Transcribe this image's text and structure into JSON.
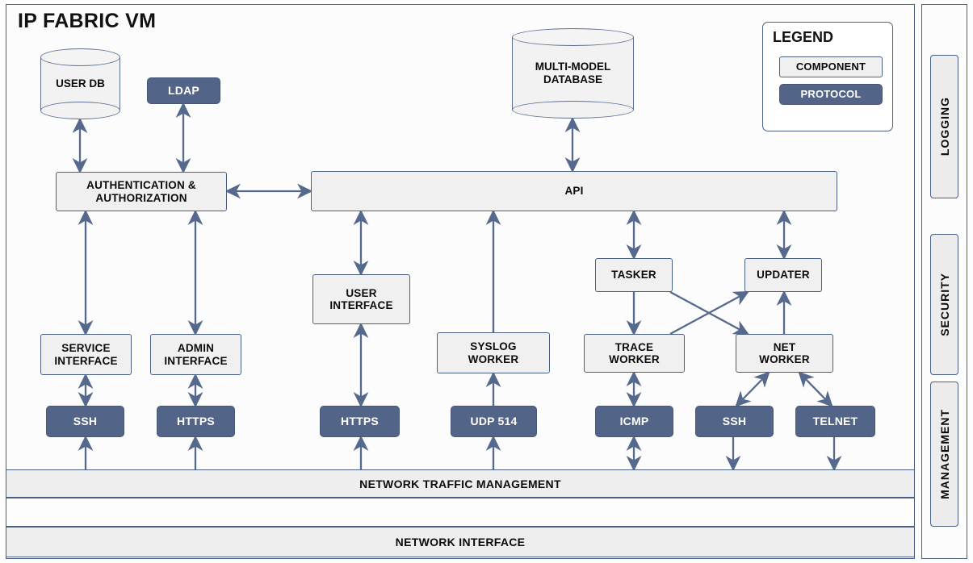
{
  "title": "IP FABRIC VM",
  "colors": {
    "component_fill": "#f0f0f0",
    "protocol_fill": "#536489",
    "border": "#4a5f86",
    "arrow": "#55688d",
    "text": "#0b0b0b"
  },
  "legend": {
    "title": "LEGEND",
    "component_label": "COMPONENT",
    "protocol_label": "PROTOCOL"
  },
  "side_panels": [
    {
      "label": "LOGGING"
    },
    {
      "label": "SECURITY"
    },
    {
      "label": "MANAGEMENT"
    }
  ],
  "databases": [
    {
      "id": "user-db",
      "label": "USER DB"
    },
    {
      "id": "multi-model-database",
      "label": "MULTI-MODEL DATABASE",
      "line1": "MULTI-MODEL",
      "line2": "DATABASE"
    }
  ],
  "components": [
    {
      "id": "authentication-authorization",
      "line1": "AUTHENTICATION &",
      "line2": "AUTHORIZATION"
    },
    {
      "id": "api",
      "label": "API"
    },
    {
      "id": "user-interface",
      "line1": "USER",
      "line2": "INTERFACE"
    },
    {
      "id": "service-interface",
      "line1": "SERVICE",
      "line2": "INTERFACE"
    },
    {
      "id": "admin-interface",
      "line1": "ADMIN",
      "line2": "INTERFACE"
    },
    {
      "id": "syslog-worker",
      "line1": "SYSLOG",
      "line2": "WORKER"
    },
    {
      "id": "tasker",
      "label": "TASKER"
    },
    {
      "id": "updater",
      "label": "UPDATER"
    },
    {
      "id": "trace-worker",
      "line1": "TRACE",
      "line2": "WORKER"
    },
    {
      "id": "net-worker",
      "line1": "NET",
      "line2": "WORKER"
    }
  ],
  "protocols": [
    {
      "id": "ldap",
      "label": "LDAP"
    },
    {
      "id": "ssh-service",
      "label": "SSH"
    },
    {
      "id": "https-admin",
      "label": "HTTPS"
    },
    {
      "id": "https-ui",
      "label": "HTTPS"
    },
    {
      "id": "udp-514",
      "label": "UDP 514"
    },
    {
      "id": "icmp",
      "label": "ICMP"
    },
    {
      "id": "ssh-net",
      "label": "SSH"
    },
    {
      "id": "telnet",
      "label": "TELNET"
    }
  ],
  "bands": [
    {
      "id": "network-traffic-management",
      "label": "NETWORK TRAFFIC MANAGEMENT"
    },
    {
      "id": "spacer-band",
      "label": ""
    },
    {
      "id": "network-interface",
      "label": "NETWORK INTERFACE"
    }
  ]
}
